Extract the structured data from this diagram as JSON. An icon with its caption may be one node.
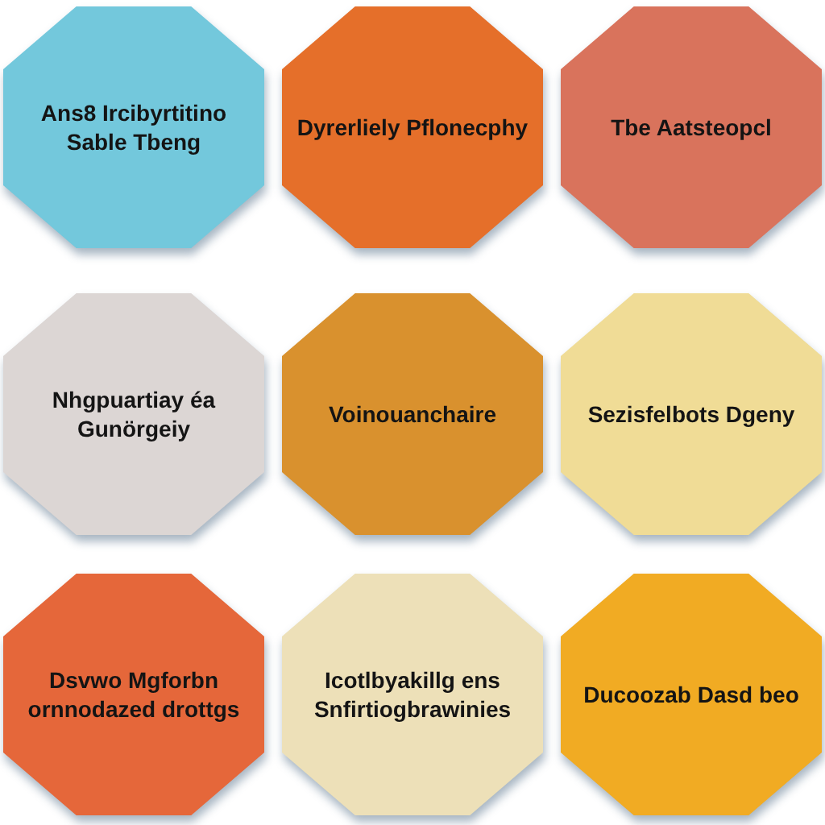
{
  "diagram": {
    "nodes": [
      {
        "text": [
          "Ans8 Ircibyrtitino Sable Tbeng"
        ]
      },
      {
        "text": [
          "Dyrerliely Pflonecphy"
        ]
      },
      {
        "text": [
          "Tbe Aatsteopcl"
        ]
      },
      {
        "text": [
          "Nhgpuartiay éa Gunörgeiy"
        ]
      },
      {
        "text": [
          "Voinouanchaire"
        ]
      },
      {
        "text": [
          "Sezisfelbots Dgeny"
        ]
      },
      {
        "text": [
          "Dsvwo Mgforbn ornnodazed drottgs"
        ]
      },
      {
        "text": [
          "Icotlbyakillg ens Snfirtiogbrawinies"
        ]
      },
      {
        "text": [
          "Ducoozab Dasd beo"
        ]
      }
    ]
  }
}
